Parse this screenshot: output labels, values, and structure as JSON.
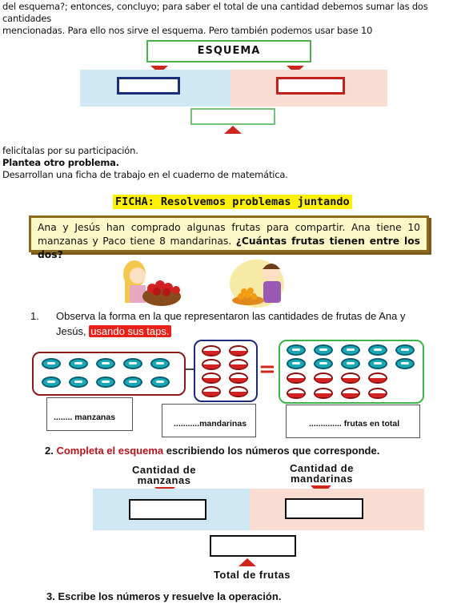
{
  "intro": {
    "line1": "del esquema?; entonces, concluyo; para saber el total de una cantidad debemos sumar las dos cantidades",
    "line2": "mencionadas. Para ello nos sirve el esquema. Pero también podemos usar base 10"
  },
  "schema1": {
    "title": "ESQUEMA"
  },
  "after": {
    "line1": "felicítalas por su participación.",
    "line2": "Plantea otro problema.",
    "line3": "Desarrollan una ficha de trabajo en el cuaderno de matemática."
  },
  "ficha": {
    "title": "FICHA: Resolvemos problemas juntando",
    "problem_part1": "Ana y Jesús han comprado algunas frutas para compartir. Ana tiene 10 manzanas y Paco tiene 8 mandarinas.",
    "problem_part2": "¿Cuántas frutas tienen entre los dos?"
  },
  "question1": {
    "number": "1.",
    "text1": "Observa la forma en la que representaron las cantidades de frutas de Ana y",
    "text2": "Jesús,",
    "highlight": "usando sus taps."
  },
  "counters": {
    "manzanas_label": "........ manzanas",
    "mandarinas_label": "...........mandarinas",
    "total_label": ".............. frutas en total",
    "equals": "="
  },
  "question2": {
    "number": "2.",
    "red_text": "Completa el esquema",
    "rest": "escribiendo los números que corresponde."
  },
  "schema2": {
    "left_label_1": "Cantidad de",
    "left_label_2": "manzanas",
    "right_label_1": "Cantidad de",
    "right_label_2": "mandarinas",
    "bottom_label": "Total de frutas"
  },
  "question3": {
    "number": "3.",
    "text": "Escribe los números y resuelve la operación."
  },
  "colors": {
    "accent_red": "#d0251c",
    "blue_band": "#cfe8f3",
    "pink_band": "#f9dcd2",
    "highlight_yellow": "#fff200"
  }
}
